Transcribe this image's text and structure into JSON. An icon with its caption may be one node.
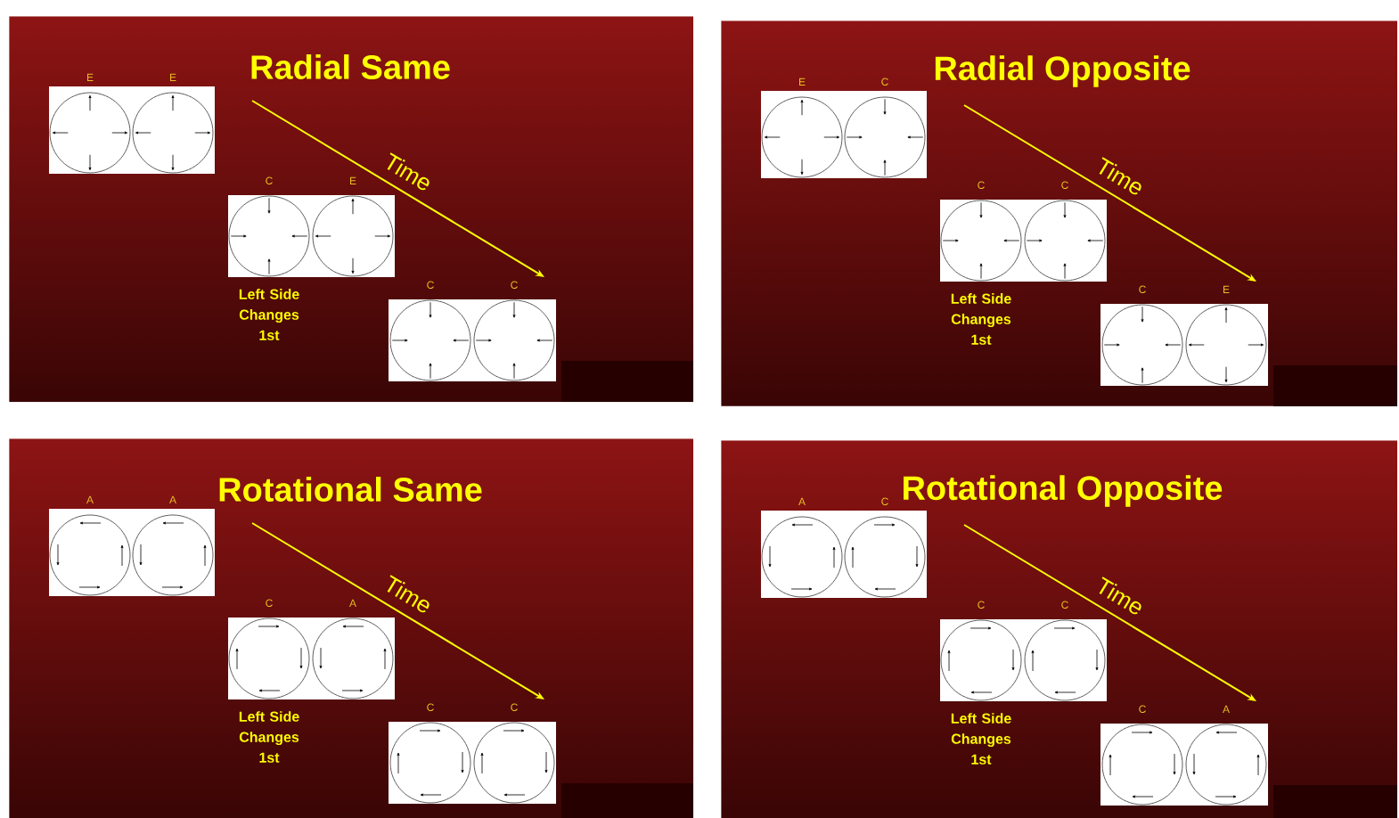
{
  "diagram": {
    "nodes": [
      {
        "text": [
          "Radial Same"
        ]
      },
      {
        "text": [
          "E"
        ],
        "in": 0
      },
      {
        "text": [
          "E"
        ],
        "in": 0
      },
      {
        "text": [
          "C"
        ],
        "in": 0
      },
      {
        "text": [
          "E"
        ],
        "in": 0
      },
      {
        "text": [
          "C"
        ],
        "in": 0
      },
      {
        "text": [
          "C"
        ],
        "in": 0
      },
      {
        "text": [
          "Radial Opposite"
        ]
      },
      {
        "text": [
          "E"
        ],
        "in": 7
      },
      {
        "text": [
          "C"
        ],
        "in": 7
      },
      {
        "text": [
          "C"
        ],
        "in": 7
      },
      {
        "text": [
          "C"
        ],
        "in": 7
      },
      {
        "text": [
          "C"
        ],
        "in": 7
      },
      {
        "text": [
          "E"
        ],
        "in": 7
      },
      {
        "text": [
          "Rotational Same"
        ]
      },
      {
        "text": [
          "A"
        ],
        "in": 14
      },
      {
        "text": [
          "A"
        ],
        "in": 14
      },
      {
        "text": [
          "C"
        ],
        "in": 14
      },
      {
        "text": [
          "A"
        ],
        "in": 14
      },
      {
        "text": [
          "C"
        ],
        "in": 14
      },
      {
        "text": [
          "C"
        ],
        "in": 14
      },
      {
        "text": [
          "Rotational Opposite"
        ]
      },
      {
        "text": [
          "A"
        ],
        "in": 21
      },
      {
        "text": [
          "C"
        ],
        "in": 21
      },
      {
        "text": [
          "C"
        ],
        "in": 21
      },
      {
        "text": [
          "C"
        ],
        "in": 21
      },
      {
        "text": [
          "C"
        ],
        "in": 21
      },
      {
        "text": [
          "A"
        ],
        "in": 21
      }
    ],
    "labels": [
      "Time",
      "Left Side Changes 1st",
      "Time",
      "Left Side Changes 1st",
      "Time",
      "Left Side Changes 1st",
      "Time",
      "Left Side Changes 1st"
    ]
  }
}
